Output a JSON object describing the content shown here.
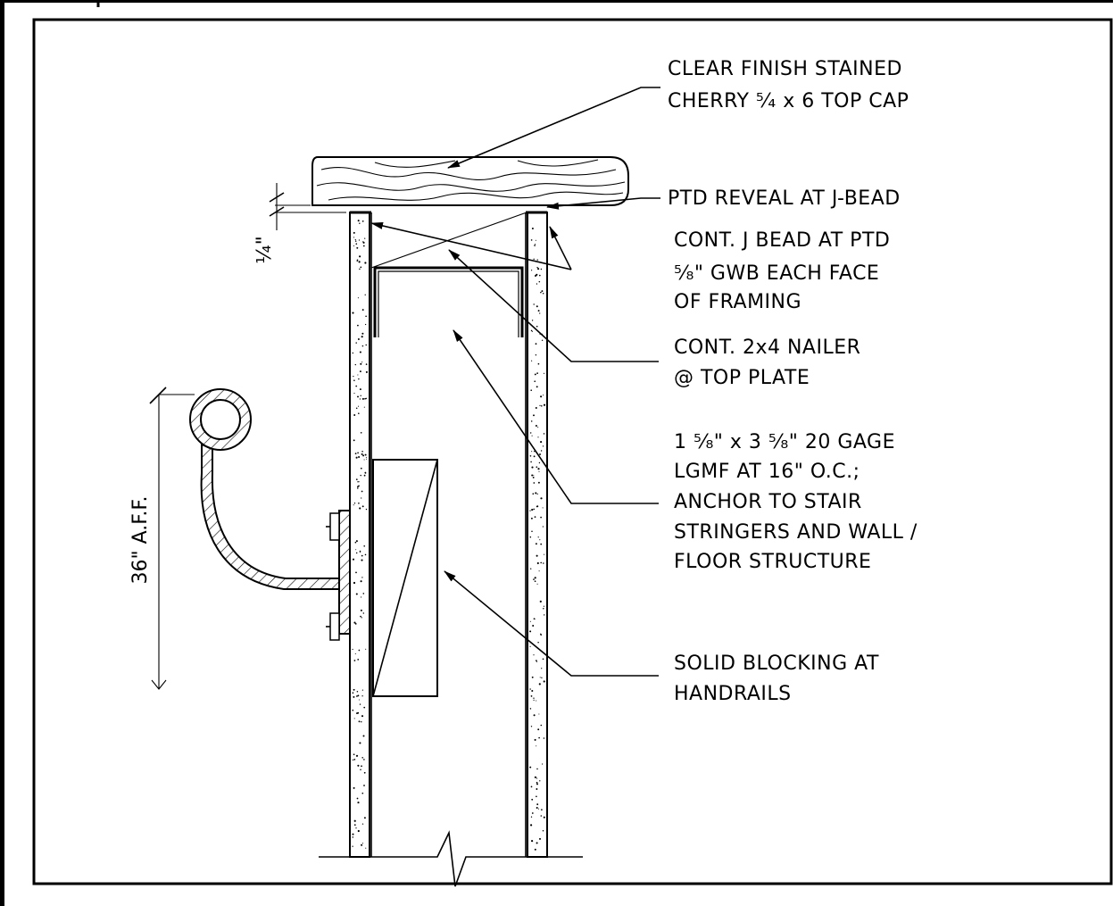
{
  "labels": {
    "top_cap_1": "CLEAR FINISH STAINED",
    "top_cap_2": "CHERRY ⁵⁄₄ x 6 TOP CAP",
    "reveal": "PTD REVEAL AT J-BEAD",
    "jbead_1": "CONT. J BEAD AT PTD",
    "jbead_2": "⁵⁄₈\" GWB EACH FACE",
    "jbead_3": "OF FRAMING",
    "nailer_1": "CONT. 2x4 NAILER",
    "nailer_2": "@ TOP PLATE",
    "stud_1": "1 ⁵⁄₈\" x 3 ⁵⁄₈\" 20 GAGE",
    "stud_2": "LGMF AT 16\" O.C.;",
    "stud_3": "ANCHOR TO STAIR",
    "stud_4": "STRINGERS AND WALL /",
    "stud_5": "FLOOR STRUCTURE",
    "blocking_1": "SOLID BLOCKING AT",
    "blocking_2": "HANDRAILS"
  },
  "dimensions": {
    "reveal_dim": "¹⁄₄\"",
    "handrail_height": "36\" A.F.F."
  }
}
